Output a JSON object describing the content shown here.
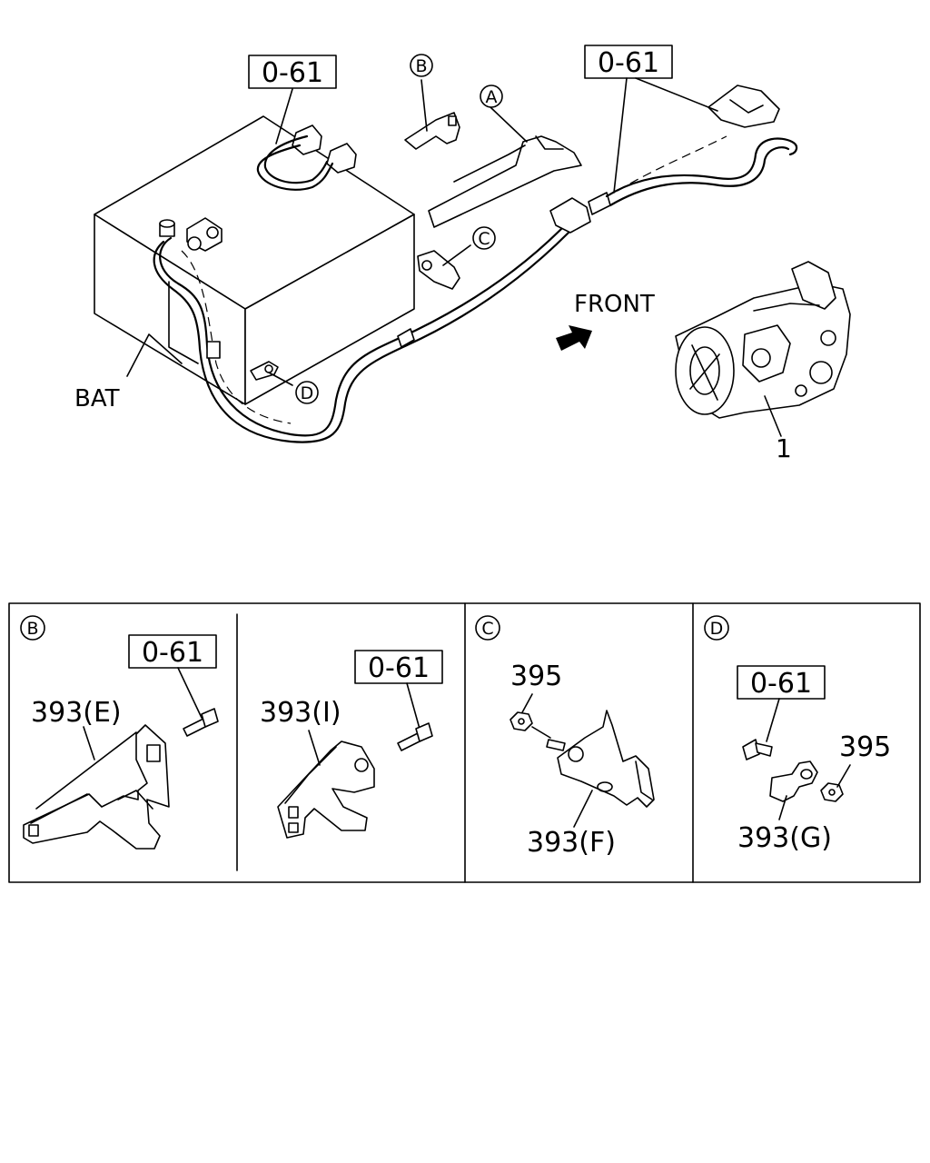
{
  "top": {
    "ref_box_left": "0-61",
    "ref_box_right": "0-61",
    "callout_a": "A",
    "callout_b": "B",
    "callout_c": "C",
    "callout_d": "D",
    "front_label": "FRONT",
    "bat_label": "BAT",
    "part_1": "1"
  },
  "panels": {
    "b": {
      "tag": "B",
      "left_ref": "0-61",
      "left_part": "393(E)",
      "right_ref": "0-61",
      "right_part": "393(I)"
    },
    "c": {
      "tag": "C",
      "nut": "395",
      "part": "393(F)"
    },
    "d": {
      "tag": "D",
      "ref": "0-61",
      "nut": "395",
      "part": "393(G)"
    }
  }
}
